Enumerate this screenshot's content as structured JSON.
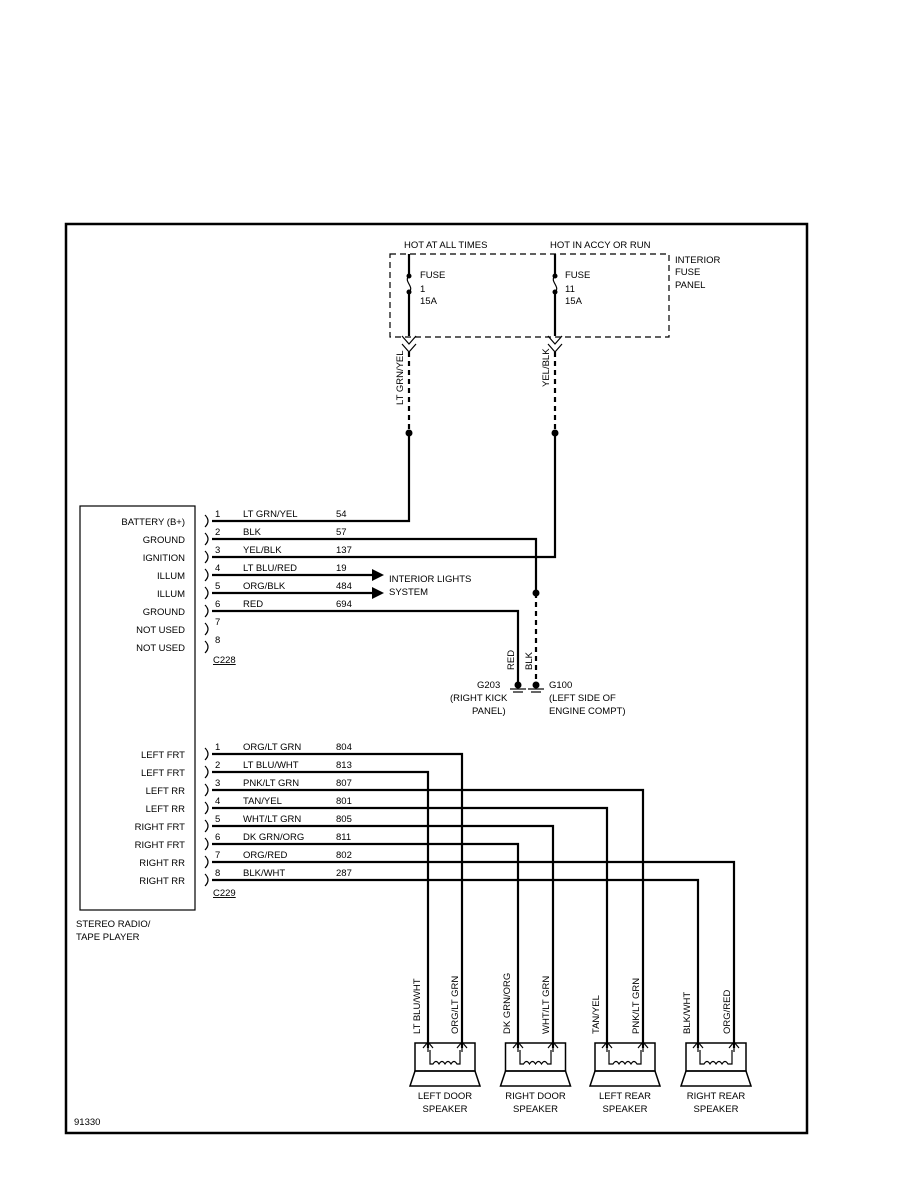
{
  "fuse_panel": {
    "hot_always": "HOT AT ALL TIMES",
    "hot_accy": "HOT IN ACCY OR RUN",
    "panel_label": [
      "INTERIOR",
      "FUSE",
      "PANEL"
    ],
    "fuse1": [
      "FUSE",
      "1",
      "15A"
    ],
    "fuse2": [
      "FUSE",
      "11",
      "15A"
    ],
    "wire1": "LT GRN/YEL",
    "wire2": "YEL/BLK"
  },
  "radio": {
    "title": [
      "STEREO RADIO/",
      "TAPE PLAYER"
    ],
    "c228_labels": [
      "BATTERY (B+)",
      "GROUND",
      "IGNITION",
      "ILLUM",
      "ILLUM",
      "GROUND",
      "NOT USED",
      "NOT USED"
    ],
    "c229_labels": [
      "LEFT FRT",
      "LEFT FRT",
      "LEFT RR",
      "LEFT RR",
      "RIGHT FRT",
      "RIGHT FRT",
      "RIGHT RR",
      "RIGHT RR"
    ]
  },
  "c228": {
    "name": "C228",
    "pins": [
      {
        "pin": "1",
        "color": "LT GRN/YEL",
        "circuit": "54"
      },
      {
        "pin": "2",
        "color": "BLK",
        "circuit": "57"
      },
      {
        "pin": "3",
        "color": "YEL/BLK",
        "circuit": "137"
      },
      {
        "pin": "4",
        "color": "LT BLU/RED",
        "circuit": "19"
      },
      {
        "pin": "5",
        "color": "ORG/BLK",
        "circuit": "484"
      },
      {
        "pin": "6",
        "color": "RED",
        "circuit": "694"
      },
      {
        "pin": "7",
        "color": "",
        "circuit": ""
      },
      {
        "pin": "8",
        "color": "",
        "circuit": ""
      }
    ]
  },
  "c229": {
    "name": "C229",
    "pins": [
      {
        "pin": "1",
        "color": "ORG/LT GRN",
        "circuit": "804"
      },
      {
        "pin": "2",
        "color": "LT BLU/WHT",
        "circuit": "813"
      },
      {
        "pin": "3",
        "color": "PNK/LT GRN",
        "circuit": "807"
      },
      {
        "pin": "4",
        "color": "TAN/YEL",
        "circuit": "801"
      },
      {
        "pin": "5",
        "color": "WHT/LT GRN",
        "circuit": "805"
      },
      {
        "pin": "6",
        "color": "DK GRN/ORG",
        "circuit": "811"
      },
      {
        "pin": "7",
        "color": "ORG/RED",
        "circuit": "802"
      },
      {
        "pin": "8",
        "color": "BLK/WHT",
        "circuit": "287"
      }
    ]
  },
  "interior_lights": [
    "INTERIOR LIGHTS",
    "SYSTEM"
  ],
  "grounds": {
    "g203_wire": "RED",
    "g100_wire": "BLK",
    "g203": [
      "G203",
      "(RIGHT KICK",
      "PANEL)"
    ],
    "g100": [
      "G100",
      "(LEFT SIDE OF",
      "ENGINE COMPT)"
    ]
  },
  "speakers": [
    {
      "name": [
        "LEFT DOOR",
        "SPEAKER"
      ],
      "wires": [
        "LT BLU/WHT",
        "ORG/LT GRN"
      ]
    },
    {
      "name": [
        "RIGHT DOOR",
        "SPEAKER"
      ],
      "wires": [
        "DK GRN/ORG",
        "WHT/LT GRN"
      ]
    },
    {
      "name": [
        "LEFT REAR",
        "SPEAKER"
      ],
      "wires": [
        "TAN/YEL",
        "PNK/LT GRN"
      ]
    },
    {
      "name": [
        "RIGHT REAR",
        "SPEAKER"
      ],
      "wires": [
        "BLK/WHT",
        "ORG/RED"
      ]
    }
  ],
  "figure_number": "91330"
}
